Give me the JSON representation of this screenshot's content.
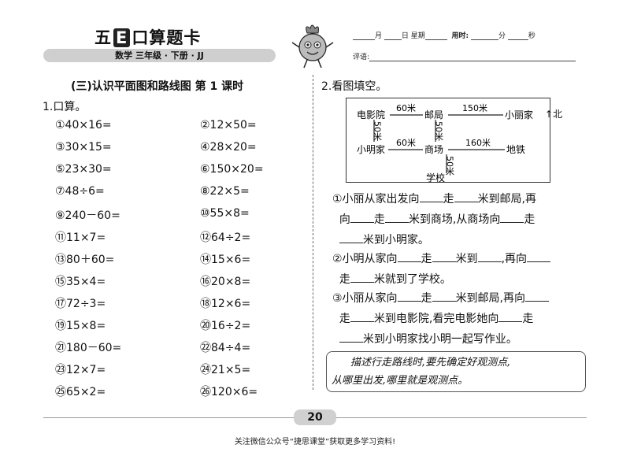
{
  "header": {
    "brand_pre": "五",
    "brand_e": "E",
    "brand_post": "口算题卡",
    "subbar": "数学   三年级 · 下册 · JJ",
    "date_month": "月",
    "date_day": "日",
    "date_week": "星期",
    "time_used": "用时:",
    "time_min": "分",
    "time_sec": "秒",
    "evaluation": "评语:"
  },
  "lesson_title": "(三)认识平面图和路线图   第 1 课时",
  "section1": {
    "title": "1.口算。",
    "left_items": [
      "①40×16=",
      "③30×15=",
      "⑤23×30=",
      "⑦48÷6=",
      "⑨240－60=",
      "⑪11×7=",
      "⑬80＋60=",
      "⑮35×4=",
      "⑰72÷3=",
      "⑲15×8=",
      "㉑180－60=",
      "㉓12×7=",
      "㉕65×2="
    ],
    "right_items": [
      "②12×50=",
      "④28×20=",
      "⑥150×20=",
      "⑧22×5=",
      "⑩55×8=",
      "⑫64÷2=",
      "⑭15×6=",
      "⑯20×8=",
      "⑱12×6=",
      "⑳16÷2=",
      "㉒84÷4=",
      "㉔21×5=",
      "㉖120×6="
    ]
  },
  "section2": {
    "title": "2.看图填空。",
    "map": {
      "cinema": "电影院",
      "post_office": "邮局",
      "lihua_home": "小丽家",
      "ming_home": "小明家",
      "mall": "商场",
      "subway": "地铁",
      "school": "学校",
      "d_cinema_post": "60米",
      "d_post_lihua": "150米",
      "d_ming_mall": "60米",
      "d_mall_subway": "160米",
      "d_cinema_ming": "50米",
      "d_post_mall": "50米",
      "d_mall_school": "50米",
      "north": "↑北"
    },
    "q1_l1a": "①小丽从家出发向",
    "q1_l1b": "走",
    "q1_l1c": "米到邮局,再",
    "q1_l2a": "向",
    "q1_l2b": "走",
    "q1_l2c": "米到商场,从商场向",
    "q1_l2d": "走",
    "q1_l3": "米到小明家。",
    "q2_l1a": "②小明从家向",
    "q2_l1b": "走",
    "q2_l1c": "米到",
    "q2_l1d": ",再向",
    "q2_l2a": "走",
    "q2_l2b": "米就到了学校。",
    "q3_l1a": "③小丽从家向",
    "q3_l1b": "走",
    "q3_l1c": "米到邮局,再向",
    "q3_l2a": "走",
    "q3_l2b": "米到电影院,看完电影她向",
    "q3_l2c": "走",
    "q3_l3": "米到小明家找小明一起写作业。",
    "note_l1": "描述行走路线时,要先确定好观测点,",
    "note_l2": "从哪里出发,哪里就是观测点。"
  },
  "page_number": "20",
  "footer": "关注微信公众号“捷思课堂”获取更多学习资料!"
}
